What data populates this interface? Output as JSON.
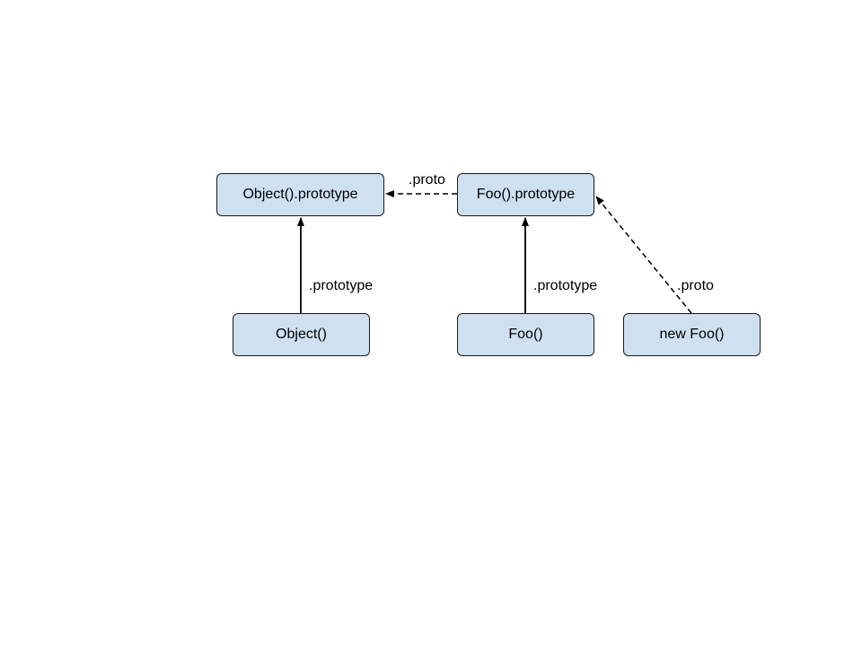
{
  "nodes": {
    "object_prototype": "Object().prototype",
    "foo_prototype": "Foo().prototype",
    "object": "Object()",
    "foo": "Foo()",
    "new_foo": "new Foo()"
  },
  "edges": {
    "foo_prototype_to_object_prototype": ".proto",
    "object_to_object_prototype": ".prototype",
    "foo_to_foo_prototype": ".prototype",
    "new_foo_to_foo_prototype": ".proto"
  },
  "colors": {
    "node_fill": "#cfe0f1",
    "node_border": "#1a1a1a",
    "edge": "#000000"
  }
}
